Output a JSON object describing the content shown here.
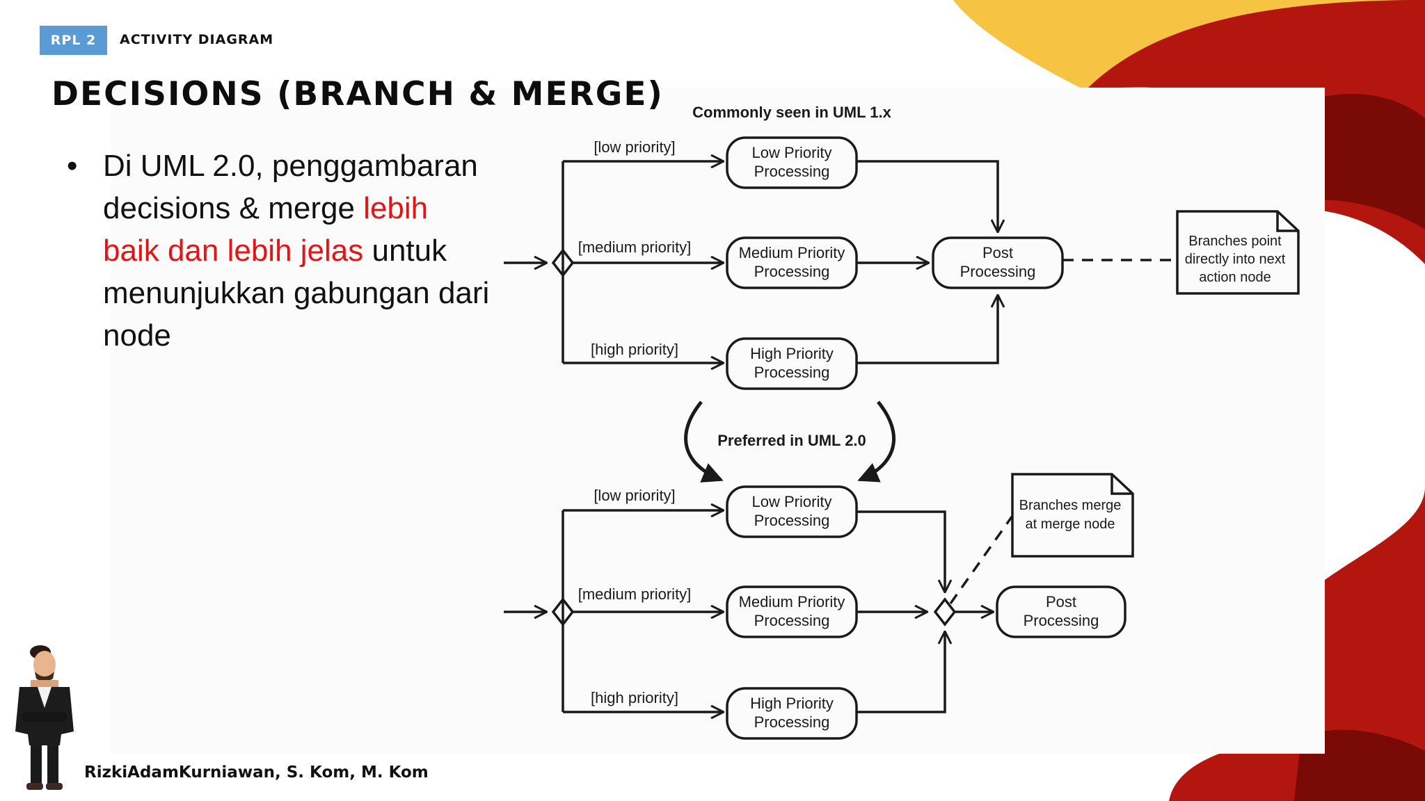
{
  "header": {
    "tag": "RPL 2",
    "topic": "ACTIVITY DIAGRAM"
  },
  "title": "DECISIONS (BRANCH & MERGE)",
  "bullet": {
    "marker": "•",
    "text_before": "Di UML 2.0, penggambaran decisions & merge ",
    "text_highlight": "lebih baik dan lebih jelas",
    "text_after": " untuk menunjukkan gabungan dari node",
    "highlight_color": "#e41414"
  },
  "footer": {
    "author": "RizkiAdamKurniawan, S. Kom, M. Kom"
  },
  "colors": {
    "tag_bg": "#5b9bd5",
    "accent_yellow": "#f6c343",
    "accent_red": "#b3150f",
    "accent_dark": "#7a0a06"
  },
  "diagram": {
    "top_caption": "Commonly seen in UML 1.x",
    "middle_caption": "Preferred in UML 2.0",
    "guards": {
      "low": "[low priority]",
      "medium": "[medium priority]",
      "high": "[high priority]"
    },
    "actions": {
      "low": [
        "Low Priority",
        "Processing"
      ],
      "medium": [
        "Medium Priority",
        "Processing"
      ],
      "high": [
        "High Priority",
        "Processing"
      ],
      "post": [
        "Post",
        "Processing"
      ]
    },
    "note_top": [
      "Branches point",
      "directly into next",
      "action node"
    ],
    "note_bottom": [
      "Branches merge",
      "at merge node"
    ]
  }
}
